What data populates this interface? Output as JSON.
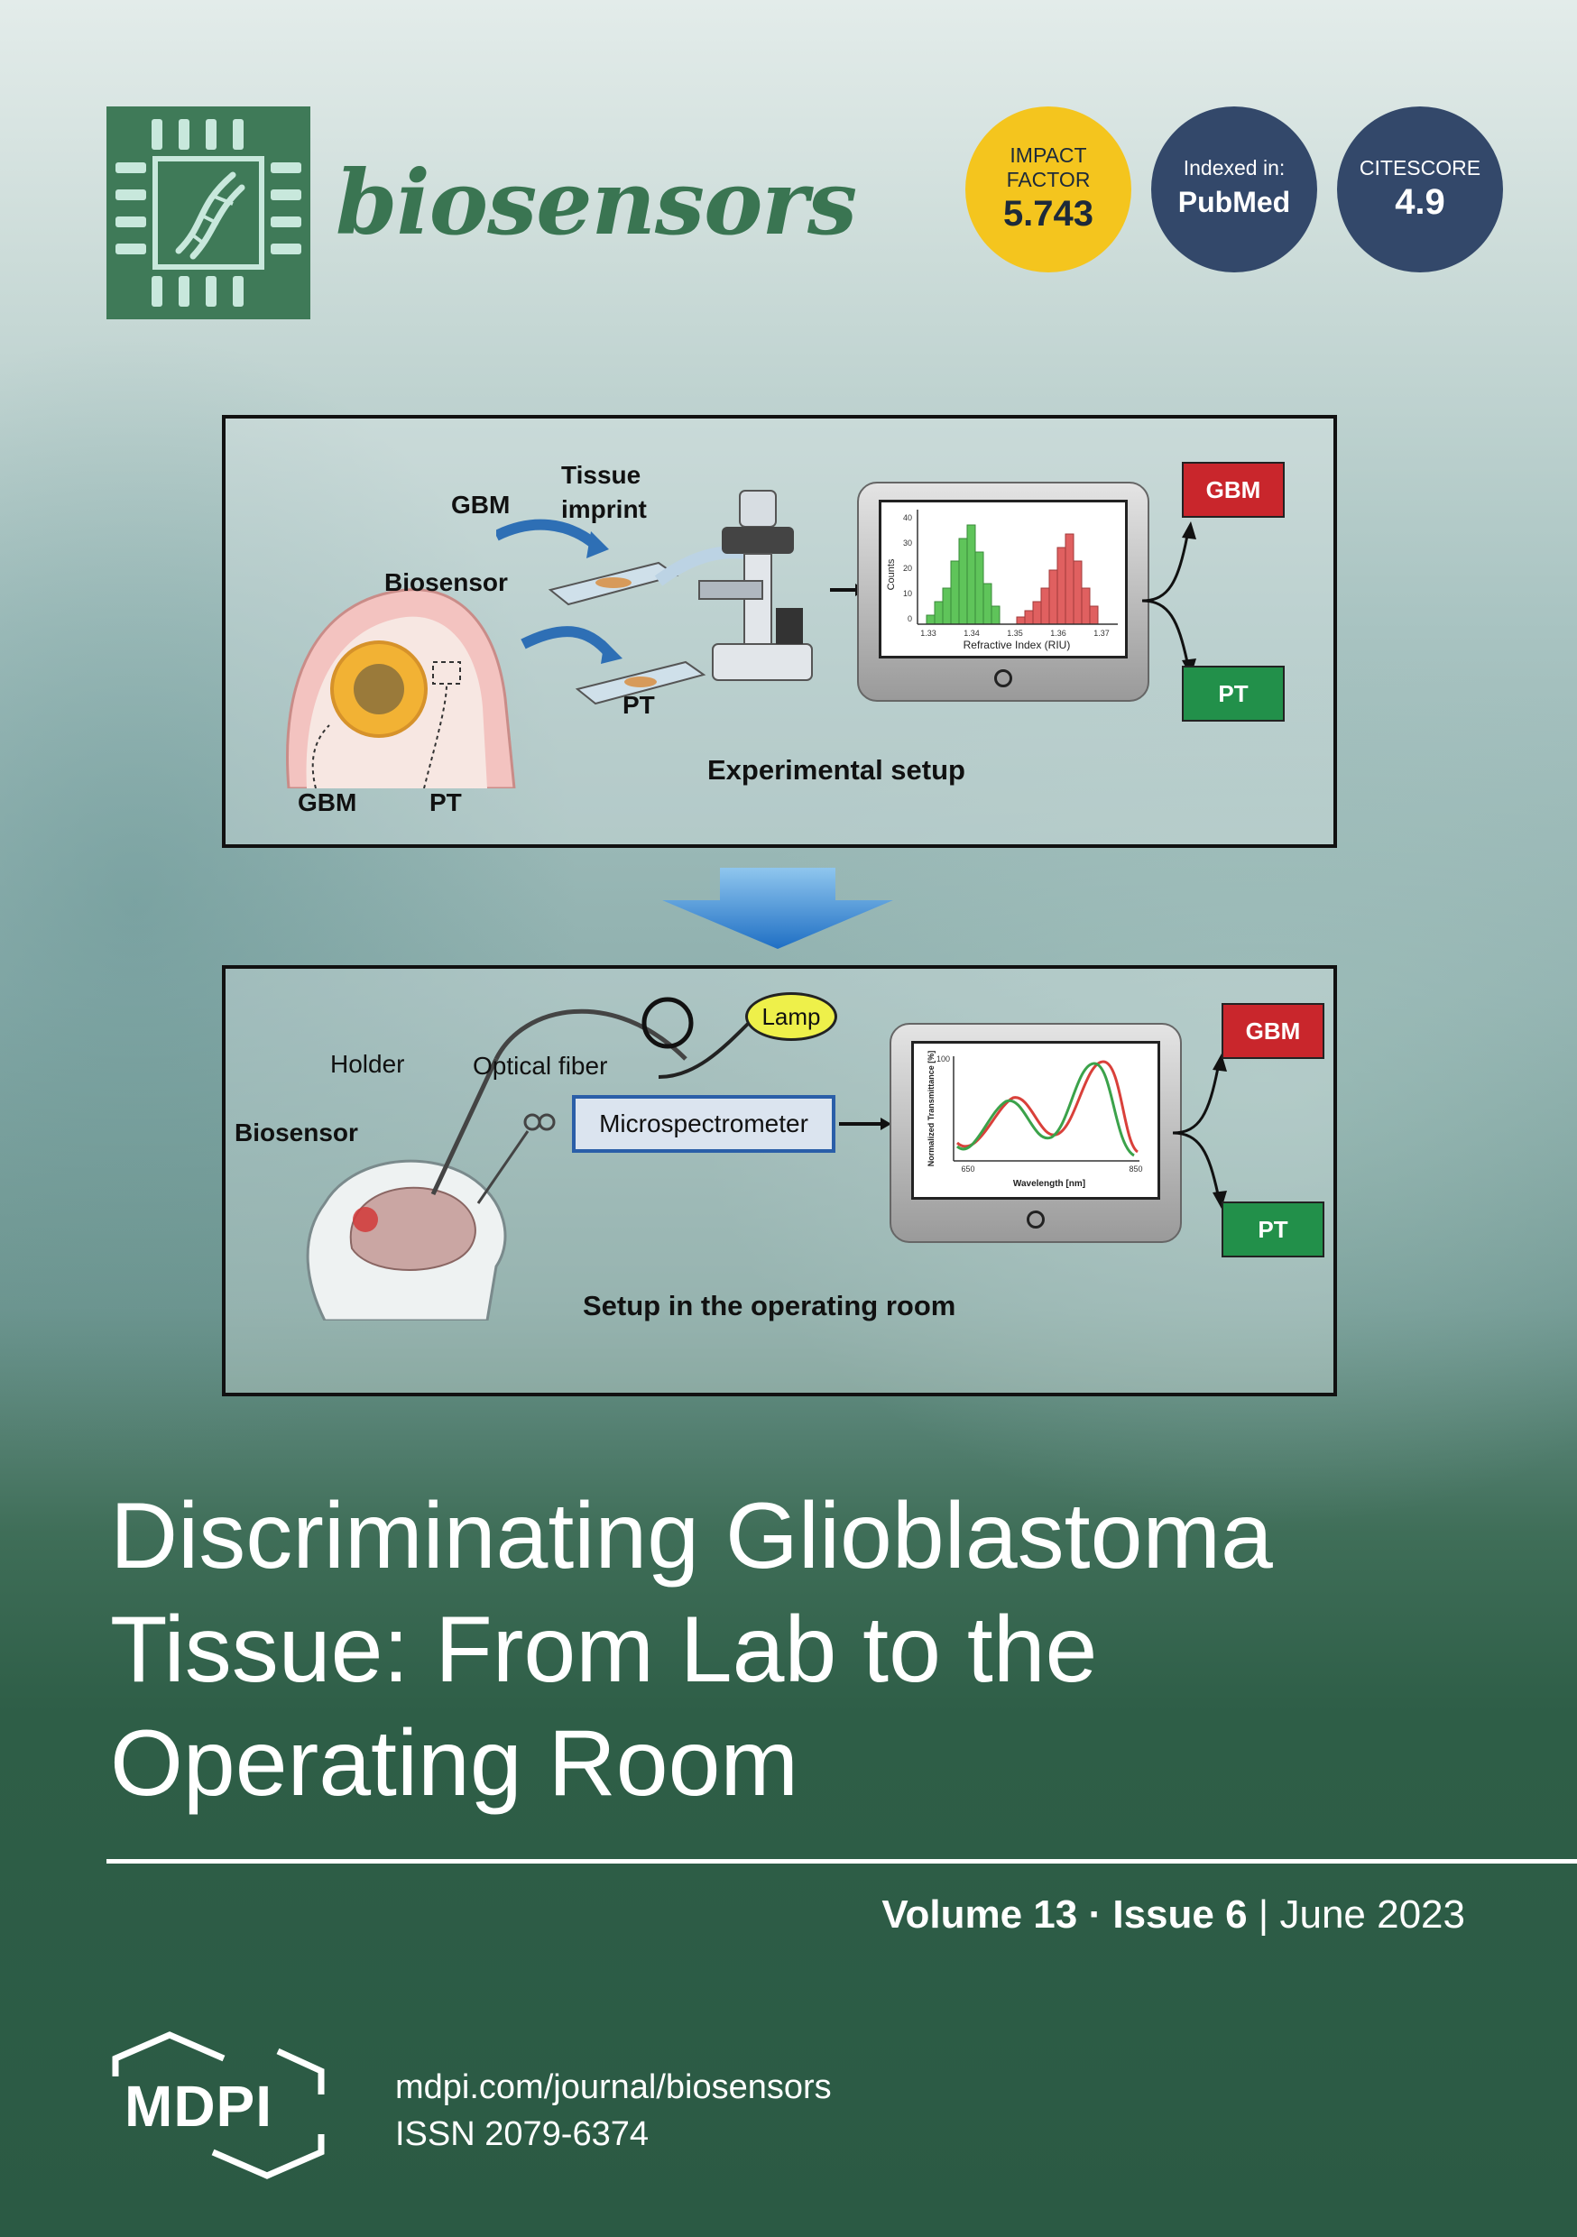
{
  "journal": {
    "name": "biosensors"
  },
  "badges": {
    "impact": {
      "line1": "IMPACT",
      "line2": "FACTOR",
      "value": "5.743"
    },
    "indexed": {
      "line1": "Indexed in:",
      "value": "PubMed"
    },
    "citescore": {
      "line1": "CITESCORE",
      "value": "4.9"
    }
  },
  "figure_top": {
    "tissue_imprint": "Tissue\nimprint",
    "gbm": "GBM",
    "biosensor": "Biosensor",
    "pt": "PT",
    "gbm_brain": "GBM",
    "pt_brain": "PT",
    "caption": "Experimental setup",
    "chart_xlabel": "Refractive Index (RIU)",
    "chart_ylabel": "Counts",
    "chart_yticks": [
      "40",
      "30",
      "20",
      "10",
      "0"
    ],
    "chart_xticks": [
      "1.33",
      "1.34",
      "1.35",
      "1.36",
      "1.37"
    ],
    "result_gbm": "GBM",
    "result_pt": "PT"
  },
  "figure_bottom": {
    "holder": "Holder",
    "optical_fiber": "Optical fiber",
    "lamp": "Lamp",
    "biosensor": "Biosensor",
    "microspectrometer": "Microspectrometer",
    "caption": "Setup in the operating room",
    "chart_ylabel": "Normalized Transmittance [%]",
    "chart_ytick": "100",
    "chart_xlabel": "Wavelength [nm]",
    "chart_xticks": [
      "650",
      "850"
    ],
    "result_gbm": "GBM",
    "result_pt": "PT"
  },
  "title": "Discriminating Glioblastoma Tissue: From Lab to the Operating Room",
  "issue": {
    "volume": "Volume 13",
    "sep": " · ",
    "issue": "Issue 6",
    "date": "June 2023"
  },
  "publisher": {
    "name": "MDPI",
    "url": "mdpi.com/journal/biosensors",
    "issn": "ISSN 2079-6374"
  }
}
